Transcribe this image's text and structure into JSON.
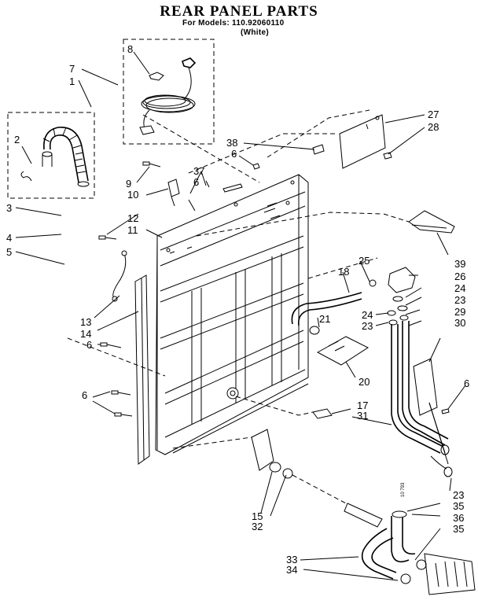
{
  "title": "REAR PANEL PARTS",
  "subtitle_models": "For Models: 110.92060110",
  "subtitle_color": "(White)",
  "side_code": "10 793",
  "callouts": [
    {
      "id": "c1",
      "text": "1"
    },
    {
      "id": "c2",
      "text": "2"
    },
    {
      "id": "c3",
      "text": "3"
    },
    {
      "id": "c4",
      "text": "4"
    },
    {
      "id": "c5",
      "text": "5"
    },
    {
      "id": "c6a",
      "text": "6"
    },
    {
      "id": "c6b",
      "text": "6"
    },
    {
      "id": "c6c",
      "text": "6"
    },
    {
      "id": "c6d",
      "text": "6"
    },
    {
      "id": "c6e",
      "text": "6"
    },
    {
      "id": "c7",
      "text": "7"
    },
    {
      "id": "c8",
      "text": "8"
    },
    {
      "id": "c9",
      "text": "9"
    },
    {
      "id": "c10",
      "text": "10"
    },
    {
      "id": "c11",
      "text": "11"
    },
    {
      "id": "c12",
      "text": "12"
    },
    {
      "id": "c13",
      "text": "13"
    },
    {
      "id": "c14",
      "text": "14"
    },
    {
      "id": "c15",
      "text": "15"
    },
    {
      "id": "c17",
      "text": "17"
    },
    {
      "id": "c18",
      "text": "18"
    },
    {
      "id": "c20",
      "text": "20"
    },
    {
      "id": "c21",
      "text": "21"
    },
    {
      "id": "c23a",
      "text": "23"
    },
    {
      "id": "c23b",
      "text": "23"
    },
    {
      "id": "c23c",
      "text": "23"
    },
    {
      "id": "c24a",
      "text": "24"
    },
    {
      "id": "c24b",
      "text": "24"
    },
    {
      "id": "c25",
      "text": "25"
    },
    {
      "id": "c26",
      "text": "26"
    },
    {
      "id": "c27",
      "text": "27"
    },
    {
      "id": "c28",
      "text": "28"
    },
    {
      "id": "c29",
      "text": "29"
    },
    {
      "id": "c30",
      "text": "30"
    },
    {
      "id": "c31",
      "text": "31"
    },
    {
      "id": "c32",
      "text": "32"
    },
    {
      "id": "c33",
      "text": "33"
    },
    {
      "id": "c34",
      "text": "34"
    },
    {
      "id": "c35a",
      "text": "35"
    },
    {
      "id": "c35b",
      "text": "35"
    },
    {
      "id": "c36",
      "text": "36"
    },
    {
      "id": "c37",
      "text": "37"
    },
    {
      "id": "c38",
      "text": "38"
    },
    {
      "id": "c39",
      "text": "39"
    }
  ]
}
